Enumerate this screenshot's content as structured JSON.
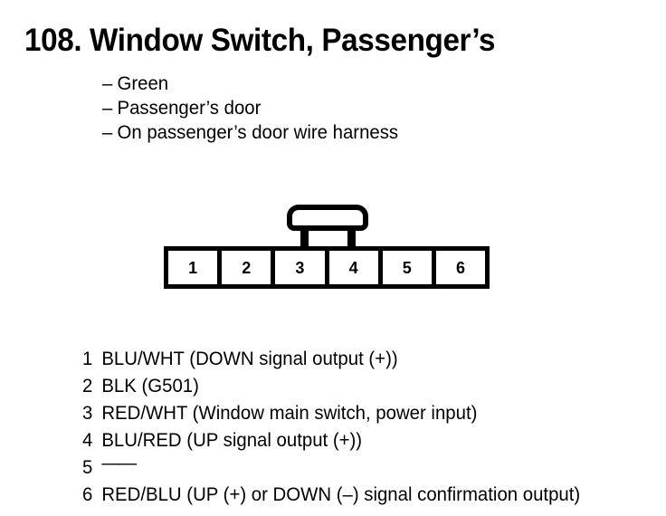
{
  "heading": {
    "title": "108. Window Switch, Passenger’s"
  },
  "attributes": {
    "bullet": "–",
    "items": [
      "Green",
      "Passenger’s door",
      "On passenger’s door wire harness"
    ]
  },
  "connector": {
    "name": "6-pin connector with latch tab",
    "pin_count": 6,
    "pin_labels": [
      "1",
      "2",
      "3",
      "4",
      "5",
      "6"
    ],
    "latch_position": "top-center"
  },
  "pin_table": {
    "rows": [
      {
        "pin": "1",
        "description": "BLU/WHT (DOWN signal output (+))"
      },
      {
        "pin": "2",
        "description": "BLK (G501)"
      },
      {
        "pin": "3",
        "description": "RED/WHT (Window main switch, power input)"
      },
      {
        "pin": "4",
        "description": "BLU/RED (UP signal output (+))"
      },
      {
        "pin": "5",
        "description": "——"
      },
      {
        "pin": "6",
        "description": "RED/BLU (UP (+) or DOWN (–) signal confirmation output)"
      }
    ]
  },
  "colors": {
    "ink": "#000000",
    "paper": "#ffffff"
  }
}
